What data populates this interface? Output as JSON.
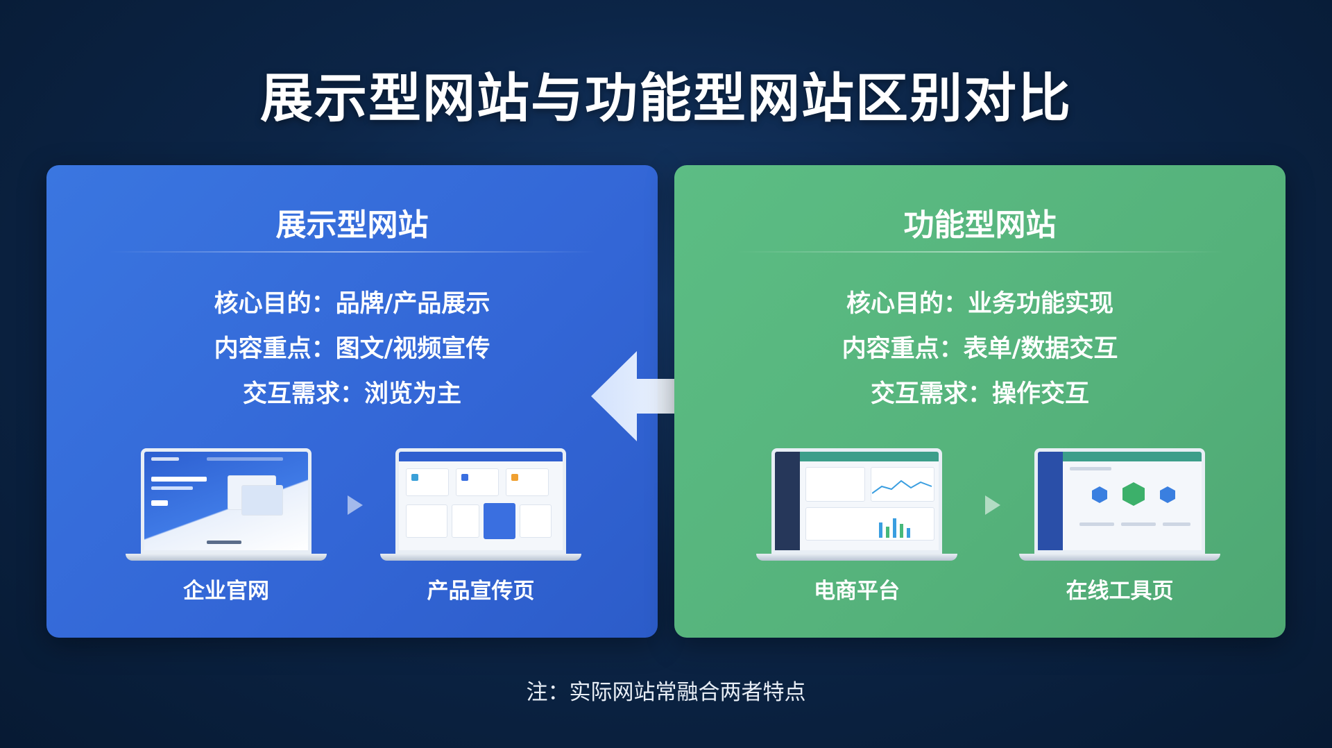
{
  "title": "展示型网站与功能型网站区别对比",
  "left_panel": {
    "title": "展示型网站",
    "points": [
      "核心目的：品牌/产品展示",
      "内容重点：图文/视频宣传",
      "交互需求：浏览为主"
    ],
    "examples": [
      "企业官网",
      "产品宣传页"
    ],
    "color": "#3a76e0"
  },
  "right_panel": {
    "title": "功能型网站",
    "points": [
      "核心目的：业务功能实现",
      "内容重点：表单/数据交互",
      "交互需求：操作交互"
    ],
    "examples": [
      "电商平台",
      "在线工具页"
    ],
    "color": "#5cbd84"
  },
  "center_icon": "double-arrow-icon",
  "note": "注：实际网站常融合两者特点"
}
